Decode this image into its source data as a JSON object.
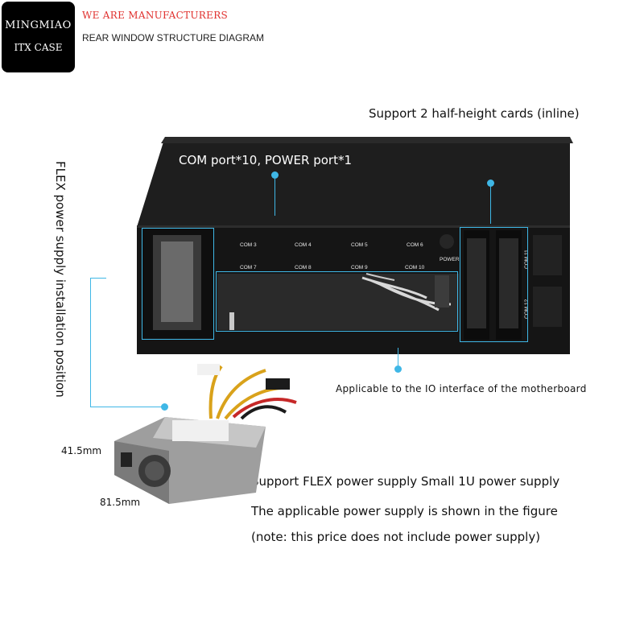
{
  "brand": {
    "name": "MINGMIAO",
    "subtitle": "ITX CASE",
    "tagline": "WE ARE MANUFACTURERS",
    "diagram_title": "REAR WINDOW STRUCTURE DIAGRAM"
  },
  "callouts": {
    "half_height_cards": "Support 2 half-height cards (inline)",
    "com_power": "COM port*10, POWER port*1",
    "io_interface": "Applicable to the IO interface of the motherboard",
    "flex_position": "FLEX power supply installation position",
    "flex_support": "Support FLEX power supply Small 1U power supply",
    "applicable_psu": "The applicable power supply is shown in the figure",
    "price_note": "(note: this price does not include power supply)"
  },
  "dimensions": {
    "height": "41.5mm",
    "width": "81.5mm"
  },
  "case_ports": {
    "com_top": [
      "COM 3",
      "COM 4",
      "COM 5",
      "COM 6"
    ],
    "com_bottom": [
      "COM 7",
      "COM 8",
      "COM 9",
      "COM 10"
    ],
    "power_label": "POWER",
    "com_side_top": "COM 11",
    "com_side_bottom": "COM 12"
  },
  "colors": {
    "accent": "#3fb7e6",
    "brand_red": "#e0312e",
    "case_body": "#1c1c1c"
  }
}
